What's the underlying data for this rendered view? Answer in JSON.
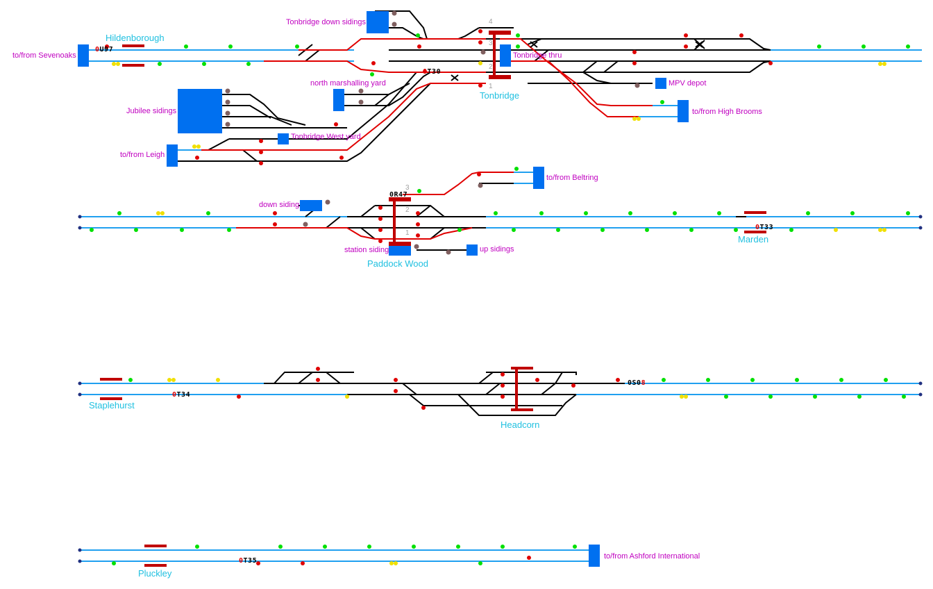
{
  "locations": {
    "sevenoaks": "to/from Sevenoaks",
    "hildenborough": "Hildenborough",
    "tonbridge_down_sidings": "Tonbridge down sidings",
    "tonbridge_thru": "Tonbridge thru",
    "tonbridge": "Tonbridge",
    "mpv_depot": "MPV depot",
    "north_marshalling_yard": "north marshalling yard",
    "jubilee_sidings": "Jubilee sidings",
    "tonbridge_west_yard": "Tonbridge West yard",
    "high_brooms": "to/from High Brooms",
    "leigh": "to/from Leigh",
    "beltring": "to/from Beltring",
    "down_siding": "down siding",
    "station_siding": "station siding",
    "up_sidings": "up sidings",
    "paddock_wood": "Paddock Wood",
    "marden": "Marden",
    "staplehurst": "Staplehurst",
    "headcorn": "Headcorn",
    "pluckley": "Pluckley",
    "ashford": "to/from Ashford International"
  },
  "trains": [
    {
      "prefix": "0",
      "suffix": "U97"
    },
    {
      "prefix": "0",
      "suffix": "T30"
    },
    {
      "prefix": "0",
      "suffix": "R47"
    },
    {
      "prefix": "0",
      "suffix": "T33"
    },
    {
      "prefix": "0",
      "suffix": "T34"
    },
    {
      "prefix": "0S0",
      "suffix": "8"
    },
    {
      "prefix": "0",
      "suffix": "T35"
    }
  ],
  "platforms": {
    "tonbridge": [
      "4",
      "3",
      "2",
      "1"
    ],
    "paddock_wood": [
      "3",
      "2",
      "1"
    ]
  },
  "colors": {
    "main_line": "#20a0f0",
    "route_set": "#e00000",
    "track": "#000000",
    "boundary": "#0070f0",
    "platform": "#c00000",
    "signal_clear": "#00e000",
    "signal_danger": "#e00000",
    "signal_caution": "#f0e000",
    "shunt_signal": "#806060",
    "label": "#c000c0",
    "station": "#20c0e0"
  }
}
